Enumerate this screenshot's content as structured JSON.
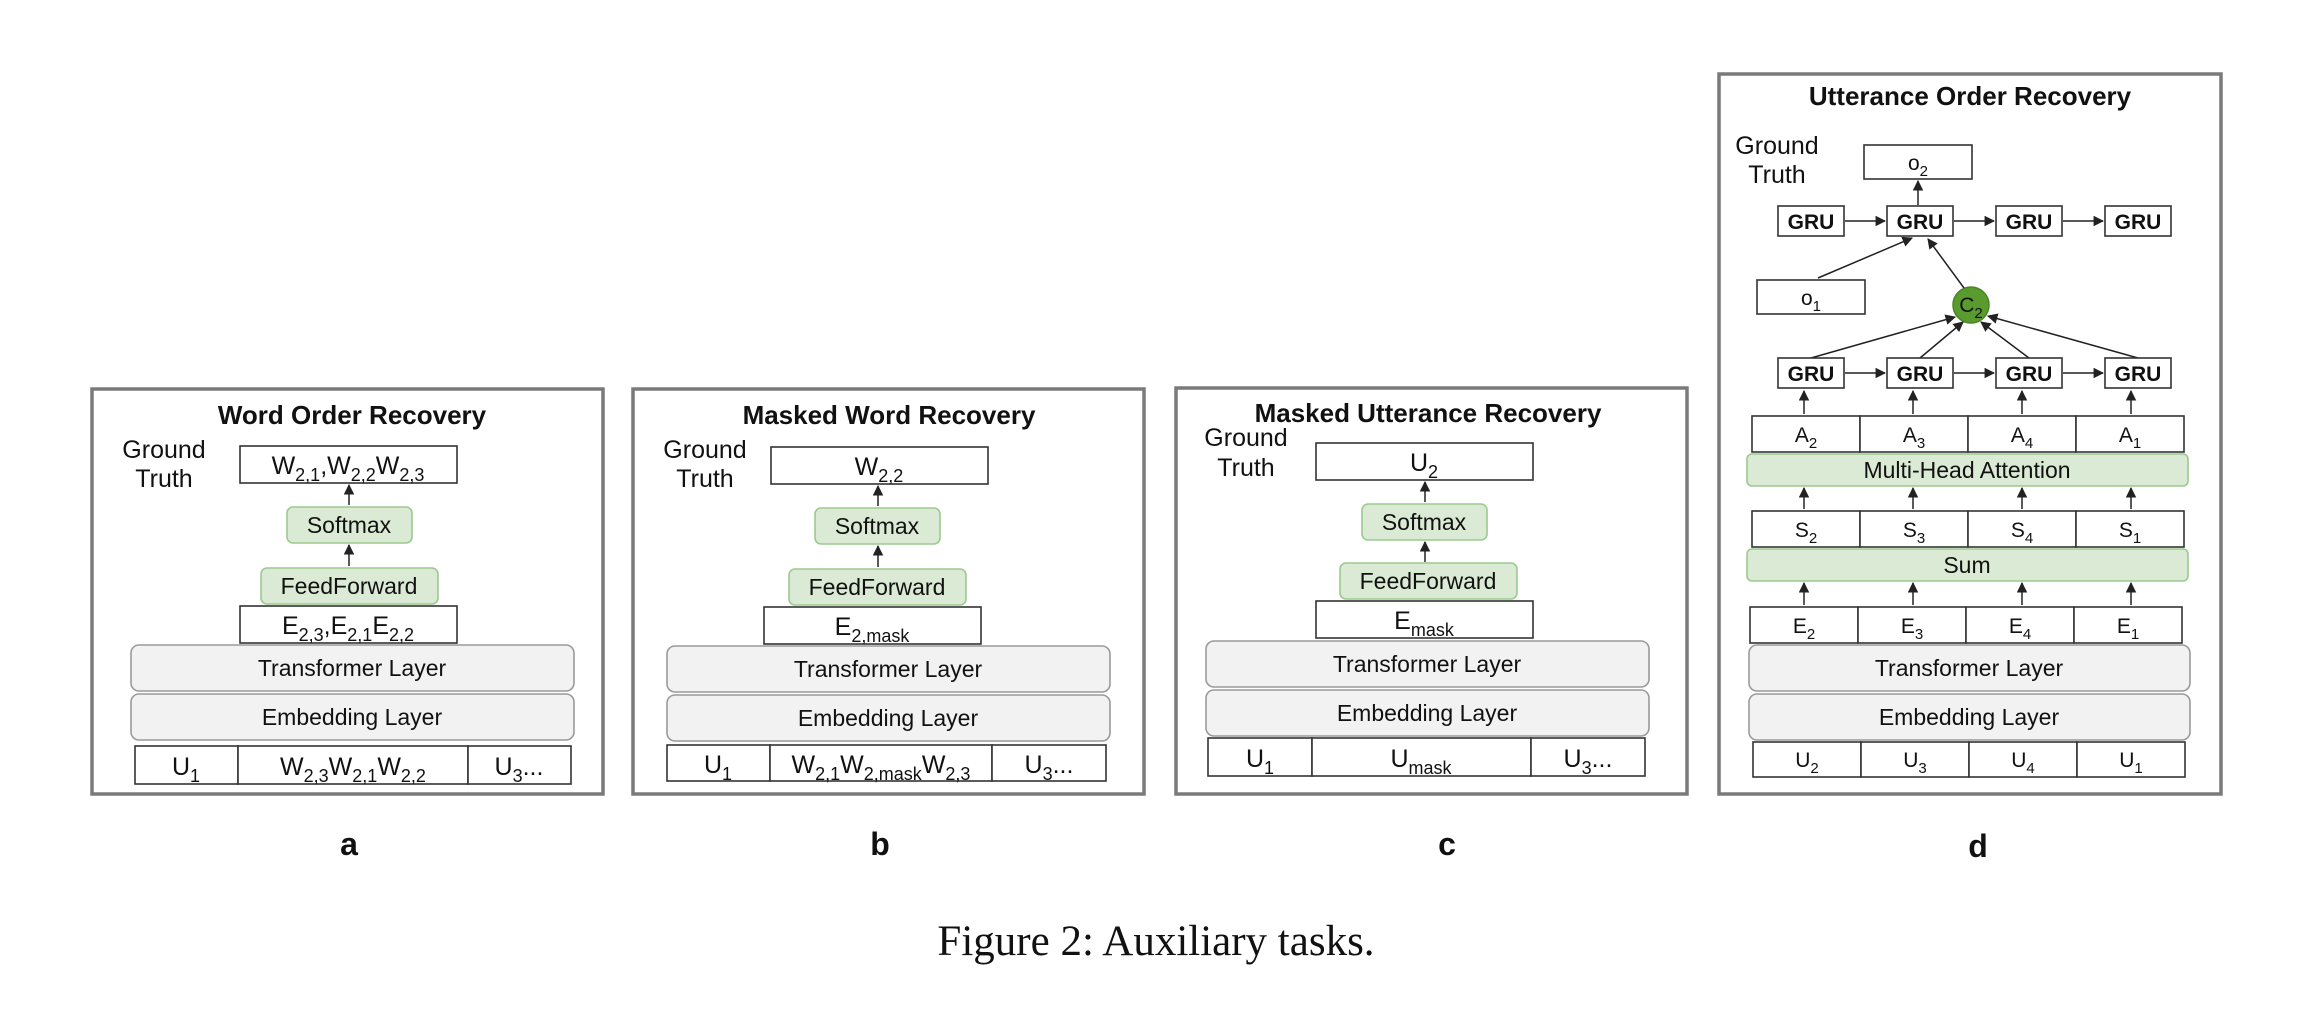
{
  "caption": "Figure 2: Auxiliary tasks.",
  "panels": {
    "a": {
      "letter": "a",
      "title": "Word Order Recovery",
      "ground_truth": [
        "Ground",
        "Truth"
      ],
      "output": {
        "parts": [
          [
            "W",
            "2,1"
          ],
          [
            ",W",
            "2,2"
          ],
          [
            "W",
            "2,3"
          ]
        ]
      },
      "softmax": "Softmax",
      "feedforward": "FeedForward",
      "embed_tokens": {
        "parts": [
          [
            "E",
            "2,3"
          ],
          [
            ",E",
            "2,1"
          ],
          [
            "E",
            "2,2"
          ]
        ]
      },
      "transformer": "Transformer Layer",
      "embedding": "Embedding  Layer",
      "inputs": [
        {
          "parts": [
            [
              "U",
              "1"
            ]
          ]
        },
        {
          "parts": [
            [
              "W",
              "2,3"
            ],
            [
              "W",
              "2,1"
            ],
            [
              "W",
              "2,2"
            ]
          ]
        },
        {
          "parts": [
            [
              "U",
              "3"
            ],
            [
              "...",
              ""
            ]
          ]
        }
      ]
    },
    "b": {
      "letter": "b",
      "title": "Masked Word Recovery",
      "ground_truth": [
        "Ground",
        "Truth"
      ],
      "output": {
        "parts": [
          [
            "W",
            "2,2"
          ]
        ]
      },
      "softmax": "Softmax",
      "feedforward": "FeedForward",
      "embed_tokens": {
        "parts": [
          [
            "E",
            "2,mask"
          ]
        ]
      },
      "transformer": "Transformer Layer",
      "embedding": "Embedding  Layer",
      "inputs": [
        {
          "parts": [
            [
              "U",
              "1"
            ]
          ]
        },
        {
          "parts": [
            [
              "W",
              "2,1"
            ],
            [
              "W",
              "2,mask"
            ],
            [
              "W",
              "2,3"
            ]
          ]
        },
        {
          "parts": [
            [
              "U",
              "3"
            ],
            [
              "...",
              ""
            ]
          ]
        }
      ]
    },
    "c": {
      "letter": "c",
      "title": "Masked Utterance Recovery",
      "ground_truth": [
        "Ground",
        "Truth"
      ],
      "output": {
        "parts": [
          [
            "U",
            "2"
          ]
        ]
      },
      "softmax": "Softmax",
      "feedforward": "FeedForward",
      "embed_tokens": {
        "parts": [
          [
            "E",
            "mask"
          ]
        ]
      },
      "transformer": "Transformer Layer",
      "embedding": "Embedding  Layer",
      "inputs": [
        {
          "parts": [
            [
              "U",
              "1"
            ]
          ]
        },
        {
          "parts": [
            [
              "U",
              "mask"
            ]
          ]
        },
        {
          "parts": [
            [
              "U",
              "3"
            ],
            [
              "...",
              ""
            ]
          ]
        }
      ]
    },
    "d": {
      "letter": "d",
      "title": "Utterance Order Recovery",
      "ground_truth": [
        "Ground",
        "Truth"
      ],
      "output": {
        "parts": [
          [
            "o",
            "2"
          ]
        ]
      },
      "prev_output": {
        "parts": [
          [
            "o",
            "1"
          ]
        ]
      },
      "top_gru": [
        "GRU",
        "GRU",
        "GRU",
        "GRU"
      ],
      "context_node": {
        "parts": [
          [
            "C",
            "2"
          ]
        ]
      },
      "bottom_gru": [
        "GRU",
        "GRU",
        "GRU",
        "GRU"
      ],
      "attn_outputs": [
        {
          "parts": [
            [
              "A",
              "2"
            ]
          ]
        },
        {
          "parts": [
            [
              "A",
              "3"
            ]
          ]
        },
        {
          "parts": [
            [
              "A",
              "4"
            ]
          ]
        },
        {
          "parts": [
            [
              "A",
              "1"
            ]
          ]
        }
      ],
      "multihead": "Multi-Head Attention",
      "sums": [
        {
          "parts": [
            [
              "S",
              "2"
            ]
          ]
        },
        {
          "parts": [
            [
              "S",
              "3"
            ]
          ]
        },
        {
          "parts": [
            [
              "S",
              "4"
            ]
          ]
        },
        {
          "parts": [
            [
              "S",
              "1"
            ]
          ]
        }
      ],
      "sum": "Sum",
      "embeds": [
        {
          "parts": [
            [
              "E",
              "2"
            ]
          ]
        },
        {
          "parts": [
            [
              "E",
              "3"
            ]
          ]
        },
        {
          "parts": [
            [
              "E",
              "4"
            ]
          ]
        },
        {
          "parts": [
            [
              "E",
              "1"
            ]
          ]
        }
      ],
      "transformer": "Transformer Layer",
      "embedding": "Embedding  Layer",
      "inputs": [
        {
          "parts": [
            [
              "U",
              "2"
            ]
          ]
        },
        {
          "parts": [
            [
              "U",
              "3"
            ]
          ]
        },
        {
          "parts": [
            [
              "U",
              "4"
            ]
          ]
        },
        {
          "parts": [
            [
              "U",
              "1"
            ]
          ]
        }
      ]
    }
  }
}
